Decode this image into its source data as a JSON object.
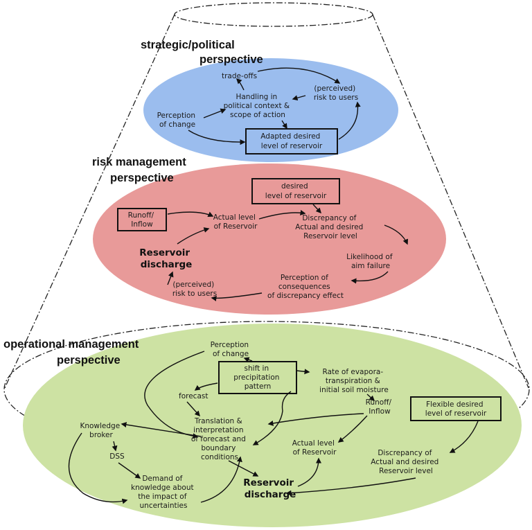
{
  "perspectives": {
    "strategic": {
      "title": "strategic/political",
      "title2": "perspective",
      "color": "#9bbdee",
      "nodes": {
        "tradeoffs": "trade-offs",
        "handling": [
          "Handling in",
          "political context &",
          "scope of action"
        ],
        "risk": [
          "(perceived)",
          "risk to users"
        ],
        "perception": [
          "Perception",
          "of change"
        ],
        "adapted": [
          "Adapted desired",
          "level of reservoir"
        ]
      }
    },
    "risk": {
      "title": "risk management",
      "title2": "perspective",
      "color": "#e89a99",
      "nodes": {
        "desired": [
          "desired",
          "level of reservoir"
        ],
        "runoff": [
          "Runoff/",
          "Inflow"
        ],
        "actual": [
          "Actual level",
          "of Reservoir"
        ],
        "discrepancy": [
          "Discrepancy of",
          "Actual and desired",
          "Reservoir level"
        ],
        "discharge": [
          "Reservoir",
          "discharge"
        ],
        "likelihood": [
          "Likelihood of",
          "aim failure"
        ],
        "consequences": [
          "Perception of",
          "consequences",
          "of discrepancy effect"
        ],
        "risk_users": [
          "(perceived)",
          "risk to users"
        ]
      }
    },
    "operational": {
      "title": "operational management",
      "title2": "perspective",
      "color": "#cde2a3",
      "nodes": {
        "perception": [
          "Perception",
          "of change"
        ],
        "shift": [
          "shift in",
          "precipitation",
          "pattern"
        ],
        "rate": [
          "Rate of evapora-",
          "transpiration &",
          "initial soil moisture"
        ],
        "forecast": "forecast",
        "runoff": [
          "Runoff/",
          "Inflow"
        ],
        "flexible": [
          "Flexible desired",
          "level of reservoir"
        ],
        "broker": [
          "Knowledge",
          "broker"
        ],
        "translation": [
          "Translation &",
          "interpretation",
          "of forecast and",
          "boundary",
          "conditions"
        ],
        "dss": "DSS",
        "actual": [
          "Actual level",
          "of Reservoir"
        ],
        "discrepancy": [
          "Discrepancy of",
          "Actual and desired",
          "Reservoir level"
        ],
        "demand": [
          "Demand of",
          "knowledge about",
          "the impact of",
          "uncertainties"
        ],
        "discharge": [
          "Reservoir",
          "discharge"
        ]
      }
    }
  }
}
